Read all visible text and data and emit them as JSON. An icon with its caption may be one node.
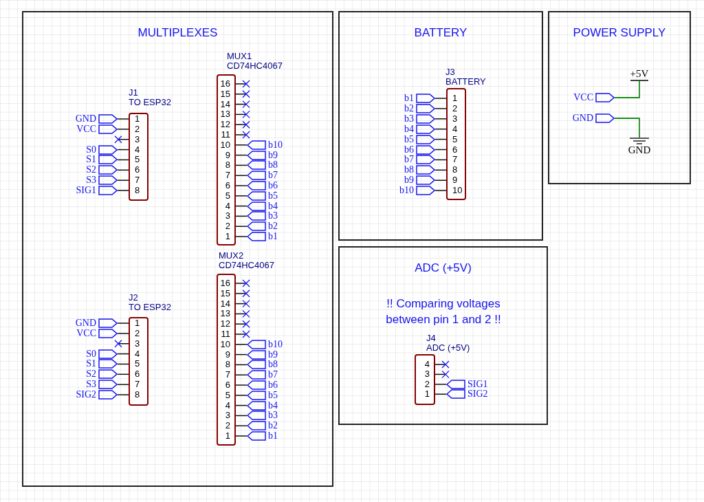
{
  "diagram": {
    "nodes": [
      {
        "text": [
          "MULTIPLEXES"
        ]
      },
      {
        "text": [
          "J1",
          "TO ESP32",
          "1",
          "2",
          "3",
          "4",
          "5",
          "6",
          "7",
          "8"
        ],
        "in": 0
      },
      {
        "text": [
          "GND"
        ],
        "in": 0
      },
      {
        "text": [
          "VCC"
        ],
        "in": 0
      },
      {
        "text": [
          "S0"
        ],
        "in": 0
      },
      {
        "text": [
          "S1"
        ],
        "in": 0
      },
      {
        "text": [
          "S2"
        ],
        "in": 0
      },
      {
        "text": [
          "S3"
        ],
        "in": 0
      },
      {
        "text": [
          "SIG1"
        ],
        "in": 0
      },
      {
        "text": [
          "MUX1",
          "CD74HC4067",
          "16",
          "15",
          "14",
          "13",
          "12",
          "11",
          "10",
          "9",
          "8",
          "7",
          "6",
          "5",
          "4",
          "3",
          "2",
          "1"
        ],
        "in": 0
      },
      {
        "text": [
          "b10"
        ],
        "in": 0
      },
      {
        "text": [
          "b9"
        ],
        "in": 0
      },
      {
        "text": [
          "b8"
        ],
        "in": 0
      },
      {
        "text": [
          "b7"
        ],
        "in": 0
      },
      {
        "text": [
          "b6"
        ],
        "in": 0
      },
      {
        "text": [
          "b5"
        ],
        "in": 0
      },
      {
        "text": [
          "b4"
        ],
        "in": 0
      },
      {
        "text": [
          "b3"
        ],
        "in": 0
      },
      {
        "text": [
          "b2"
        ],
        "in": 0
      },
      {
        "text": [
          "b1"
        ],
        "in": 0
      },
      {
        "text": [
          "J2",
          "TO ESP32",
          "1",
          "2",
          "3",
          "4",
          "5",
          "6",
          "7",
          "8"
        ],
        "in": 0
      },
      {
        "text": [
          "GND"
        ],
        "in": 0
      },
      {
        "text": [
          "VCC"
        ],
        "in": 0
      },
      {
        "text": [
          "S0"
        ],
        "in": 0
      },
      {
        "text": [
          "S1"
        ],
        "in": 0
      },
      {
        "text": [
          "S2"
        ],
        "in": 0
      },
      {
        "text": [
          "S3"
        ],
        "in": 0
      },
      {
        "text": [
          "SIG2"
        ],
        "in": 0
      },
      {
        "text": [
          "MUX2",
          "CD74HC4067",
          "16",
          "15",
          "14",
          "13",
          "12",
          "11",
          "10",
          "9",
          "8",
          "7",
          "6",
          "5",
          "4",
          "3",
          "2",
          "1"
        ],
        "in": 0
      },
      {
        "text": [
          "b10"
        ],
        "in": 0
      },
      {
        "text": [
          "b9"
        ],
        "in": 0
      },
      {
        "text": [
          "b8"
        ],
        "in": 0
      },
      {
        "text": [
          "b7"
        ],
        "in": 0
      },
      {
        "text": [
          "b6"
        ],
        "in": 0
      },
      {
        "text": [
          "b5"
        ],
        "in": 0
      },
      {
        "text": [
          "b4"
        ],
        "in": 0
      },
      {
        "text": [
          "b3"
        ],
        "in": 0
      },
      {
        "text": [
          "b2"
        ],
        "in": 0
      },
      {
        "text": [
          "b1"
        ],
        "in": 0
      },
      {
        "text": [
          "BATTERY"
        ]
      },
      {
        "text": [
          "J3",
          "BATTERY",
          "1",
          "2",
          "3",
          "4",
          "5",
          "6",
          "7",
          "8",
          "9",
          "10"
        ],
        "in": 39
      },
      {
        "text": [
          "b1"
        ],
        "in": 39
      },
      {
        "text": [
          "b2"
        ],
        "in": 39
      },
      {
        "text": [
          "b3"
        ],
        "in": 39
      },
      {
        "text": [
          "b4"
        ],
        "in": 39
      },
      {
        "text": [
          "b5"
        ],
        "in": 39
      },
      {
        "text": [
          "b6"
        ],
        "in": 39
      },
      {
        "text": [
          "b7"
        ],
        "in": 39
      },
      {
        "text": [
          "b8"
        ],
        "in": 39
      },
      {
        "text": [
          "b9"
        ],
        "in": 39
      },
      {
        "text": [
          "b10"
        ],
        "in": 39
      },
      {
        "text": [
          "POWER SUPPLY"
        ]
      },
      {
        "text": [
          "VCC"
        ],
        "in": 51
      },
      {
        "text": [
          "GND"
        ],
        "in": 51
      },
      {
        "text": [
          "+5V"
        ],
        "in": 51
      },
      {
        "text": [
          "GND"
        ],
        "in": 51
      },
      {
        "text": [
          "ADC (+5V)",
          "!! Comparing voltages between pin 1 and 2 !!"
        ]
      },
      {
        "text": [
          "J4",
          "ADC (+5V)",
          "4",
          "3",
          "2",
          "1"
        ],
        "in": 56
      },
      {
        "text": [
          "SIG1"
        ],
        "in": 56
      },
      {
        "text": [
          "SIG2"
        ],
        "in": 56
      }
    ],
    "edges": [
      {
        "from": 2,
        "to": 1,
        "arrow": "none"
      },
      {
        "from": 3,
        "to": 1,
        "arrow": "none"
      },
      {
        "from": 4,
        "to": 1,
        "arrow": "none"
      },
      {
        "from": 5,
        "to": 1,
        "arrow": "none"
      },
      {
        "from": 6,
        "to": 1,
        "arrow": "none"
      },
      {
        "from": 7,
        "to": 1,
        "arrow": "none"
      },
      {
        "from": 8,
        "to": 1,
        "arrow": "none"
      },
      {
        "from": 10,
        "to": 9,
        "arrow": "none"
      },
      {
        "from": 11,
        "to": 9,
        "arrow": "none"
      },
      {
        "from": 12,
        "to": 9,
        "arrow": "none"
      },
      {
        "from": 13,
        "to": 9,
        "arrow": "none"
      },
      {
        "from": 14,
        "to": 9,
        "arrow": "none"
      },
      {
        "from": 15,
        "to": 9,
        "arrow": "none"
      },
      {
        "from": 16,
        "to": 9,
        "arrow": "none"
      },
      {
        "from": 17,
        "to": 9,
        "arrow": "none"
      },
      {
        "from": 18,
        "to": 9,
        "arrow": "none"
      },
      {
        "from": 19,
        "to": 9,
        "arrow": "none"
      },
      {
        "from": 21,
        "to": 20,
        "arrow": "none"
      },
      {
        "from": 22,
        "to": 20,
        "arrow": "none"
      },
      {
        "from": 23,
        "to": 20,
        "arrow": "none"
      },
      {
        "from": 24,
        "to": 20,
        "arrow": "none"
      },
      {
        "from": 25,
        "to": 20,
        "arrow": "none"
      },
      {
        "from": 26,
        "to": 20,
        "arrow": "none"
      },
      {
        "from": 27,
        "to": 20,
        "arrow": "none"
      },
      {
        "from": 29,
        "to": 28,
        "arrow": "none"
      },
      {
        "from": 30,
        "to": 28,
        "arrow": "none"
      },
      {
        "from": 31,
        "to": 28,
        "arrow": "none"
      },
      {
        "from": 32,
        "to": 28,
        "arrow": "none"
      },
      {
        "from": 33,
        "to": 28,
        "arrow": "none"
      },
      {
        "from": 34,
        "to": 28,
        "arrow": "none"
      },
      {
        "from": 35,
        "to": 28,
        "arrow": "none"
      },
      {
        "from": 36,
        "to": 28,
        "arrow": "none"
      },
      {
        "from": 37,
        "to": 28,
        "arrow": "none"
      },
      {
        "from": 38,
        "to": 28,
        "arrow": "none"
      },
      {
        "from": 41,
        "to": 40,
        "arrow": "none"
      },
      {
        "from": 42,
        "to": 40,
        "arrow": "none"
      },
      {
        "from": 43,
        "to": 40,
        "arrow": "none"
      },
      {
        "from": 44,
        "to": 40,
        "arrow": "none"
      },
      {
        "from": 45,
        "to": 40,
        "arrow": "none"
      },
      {
        "from": 46,
        "to": 40,
        "arrow": "none"
      },
      {
        "from": 47,
        "to": 40,
        "arrow": "none"
      },
      {
        "from": 48,
        "to": 40,
        "arrow": "none"
      },
      {
        "from": 49,
        "to": 40,
        "arrow": "none"
      },
      {
        "from": 50,
        "to": 40,
        "arrow": "none"
      },
      {
        "from": 52,
        "to": 54,
        "arrow": "none",
        "color": "#1a8a1a"
      },
      {
        "from": 53,
        "to": 55,
        "arrow": "none",
        "color": "#1a8a1a"
      },
      {
        "from": 58,
        "to": 57,
        "arrow": "none"
      },
      {
        "from": 59,
        "to": 57,
        "arrow": "none"
      }
    ]
  }
}
